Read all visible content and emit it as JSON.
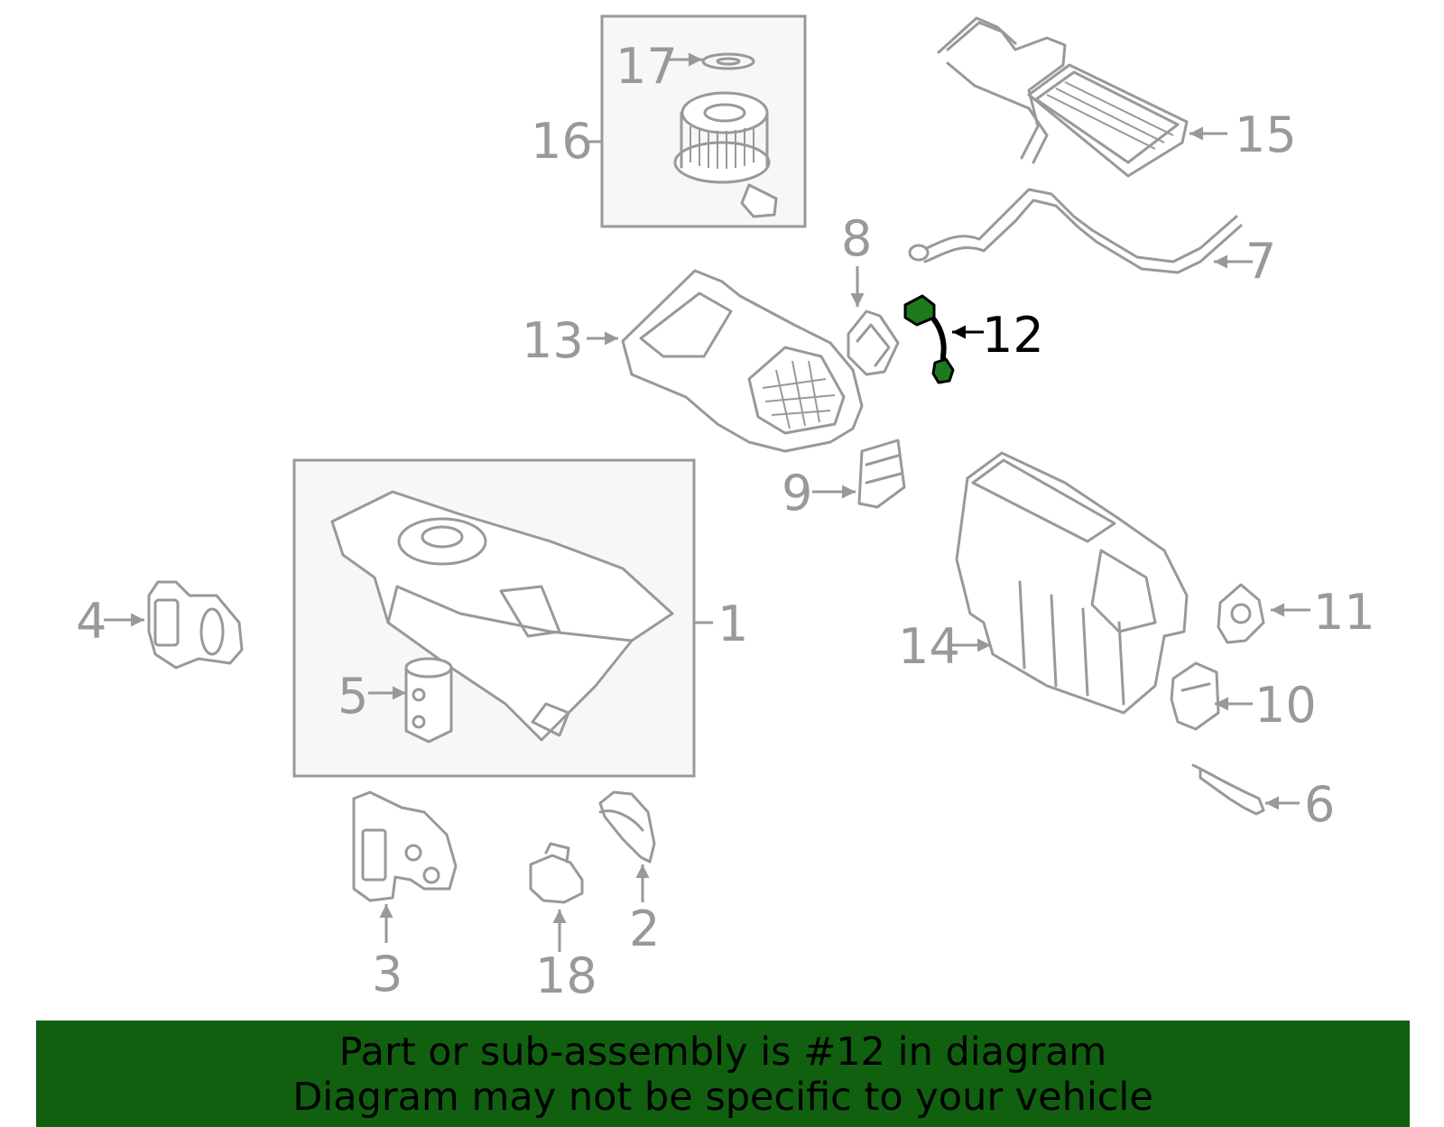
{
  "callouts": [
    {
      "id": "1",
      "label": "1"
    },
    {
      "id": "2",
      "label": "2"
    },
    {
      "id": "3",
      "label": "3"
    },
    {
      "id": "4",
      "label": "4"
    },
    {
      "id": "5",
      "label": "5"
    },
    {
      "id": "6",
      "label": "6"
    },
    {
      "id": "7",
      "label": "7"
    },
    {
      "id": "8",
      "label": "8"
    },
    {
      "id": "9",
      "label": "9"
    },
    {
      "id": "10",
      "label": "10"
    },
    {
      "id": "11",
      "label": "11"
    },
    {
      "id": "12",
      "label": "12"
    },
    {
      "id": "13",
      "label": "13"
    },
    {
      "id": "14",
      "label": "14"
    },
    {
      "id": "15",
      "label": "15"
    },
    {
      "id": "16",
      "label": "16"
    },
    {
      "id": "17",
      "label": "17"
    },
    {
      "id": "18",
      "label": "18"
    }
  ],
  "highlighted_part": "12",
  "colors": {
    "line": "#999999",
    "highlight_fill": "#1e7a1e",
    "highlight_text": "#000000",
    "banner_bg": "#106010"
  },
  "banner": {
    "line1": "Part or sub-assembly is #12 in diagram",
    "line2": "Diagram may not be specific to your vehicle"
  }
}
